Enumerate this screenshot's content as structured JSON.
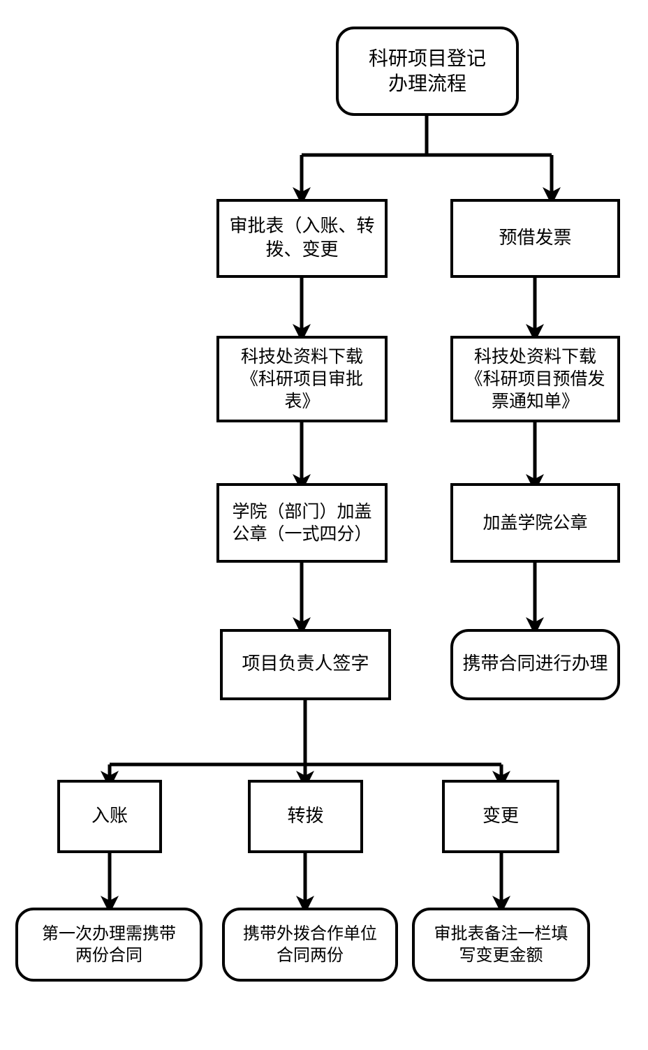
{
  "diagram": {
    "title": "科研项目登记办理流程",
    "background_color": "#ffffff",
    "line_color": "#000000",
    "text_color": "#000000",
    "nodes": [
      {
        "id": "start",
        "label": "科研项目登记\n办理流程",
        "shape": "rounded-rect"
      },
      {
        "id": "approval",
        "label": "审批表（入账、转\n拨、变更",
        "shape": "rect"
      },
      {
        "id": "prepay",
        "label": "预借发票",
        "shape": "rect"
      },
      {
        "id": "dl_approval",
        "label": "科技处资料下载\n《科研项目审批\n表》",
        "shape": "rect"
      },
      {
        "id": "dl_prepay",
        "label": "科技处资料下载\n《科研项目预借发\n票通知单》",
        "shape": "rect"
      },
      {
        "id": "seal_dept",
        "label": "学院（部门）加盖\n公章（一式四分）",
        "shape": "rect"
      },
      {
        "id": "seal_college",
        "label": "加盖学院公章",
        "shape": "rect"
      },
      {
        "id": "sign",
        "label": "项目负责人签字",
        "shape": "rect"
      },
      {
        "id": "bring_ctr",
        "label": "携带合同进行办理",
        "shape": "rounded-rect"
      },
      {
        "id": "ruzhang",
        "label": "入账",
        "shape": "rect"
      },
      {
        "id": "zhuanbo",
        "label": "转拨",
        "shape": "rect"
      },
      {
        "id": "biangeng",
        "label": "变更",
        "shape": "rect"
      },
      {
        "id": "note_ruzhang",
        "label": "第一次办理需携带\n两份合同",
        "shape": "rounded-rect"
      },
      {
        "id": "note_zhuanbo",
        "label": "携带外拨合作单位\n合同两份",
        "shape": "rounded-rect"
      },
      {
        "id": "note_biangeng",
        "label": "审批表备注一栏填\n写变更金额",
        "shape": "rounded-rect"
      }
    ],
    "edges": [
      {
        "from": "start",
        "to": "approval",
        "style": "elbow-split-arrow"
      },
      {
        "from": "start",
        "to": "prepay",
        "style": "elbow-split-arrow"
      },
      {
        "from": "approval",
        "to": "dl_approval",
        "style": "straight-arrow"
      },
      {
        "from": "prepay",
        "to": "dl_prepay",
        "style": "straight-arrow"
      },
      {
        "from": "dl_approval",
        "to": "seal_dept",
        "style": "straight-arrow"
      },
      {
        "from": "dl_prepay",
        "to": "seal_college",
        "style": "straight-arrow"
      },
      {
        "from": "seal_dept",
        "to": "sign",
        "style": "straight-arrow"
      },
      {
        "from": "seal_college",
        "to": "bring_ctr",
        "style": "straight-arrow"
      },
      {
        "from": "sign",
        "to": "ruzhang",
        "style": "elbow-split-arrow"
      },
      {
        "from": "sign",
        "to": "zhuanbo",
        "style": "elbow-split-arrow"
      },
      {
        "from": "sign",
        "to": "biangeng",
        "style": "elbow-split-arrow"
      },
      {
        "from": "ruzhang",
        "to": "note_ruzhang",
        "style": "straight-arrow"
      },
      {
        "from": "zhuanbo",
        "to": "note_zhuanbo",
        "style": "straight-arrow"
      },
      {
        "from": "biangeng",
        "to": "note_biangeng",
        "style": "straight-arrow"
      }
    ]
  }
}
